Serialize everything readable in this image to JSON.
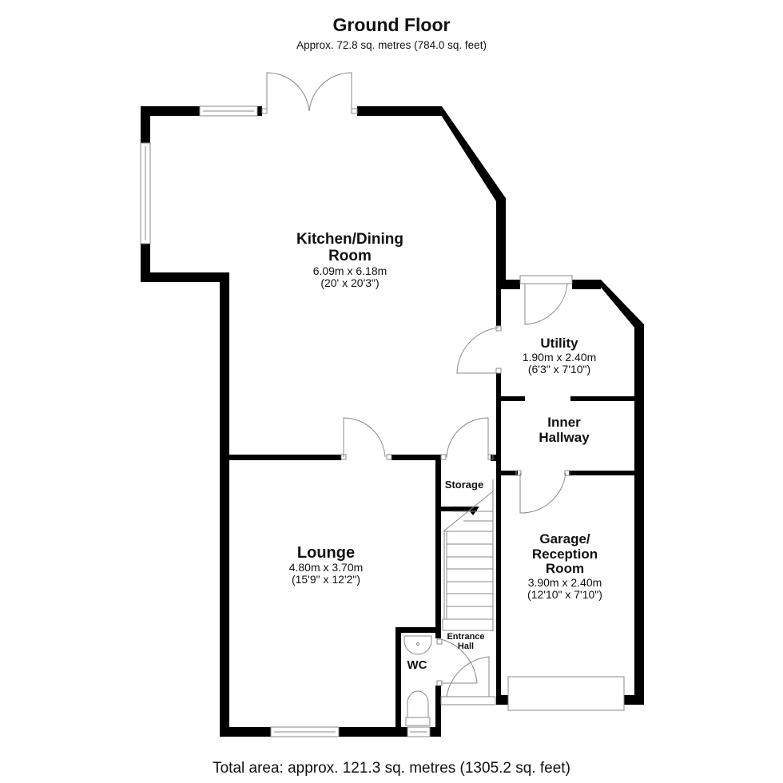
{
  "header": {
    "title": "Ground Floor",
    "subtitle": "Approx. 72.8 sq. metres (784.0 sq. feet)"
  },
  "rooms": {
    "kitchen": {
      "name_line1": "Kitchen/Dining",
      "name_line2": "Room",
      "dim_metric": "6.09m x 6.18m",
      "dim_imperial": "(20' x 20'3\")"
    },
    "utility": {
      "name": "Utility",
      "dim_metric": "1.90m x 2.40m",
      "dim_imperial": "(6'3\" x 7'10\")"
    },
    "inner_hallway": {
      "name_line1": "Inner",
      "name_line2": "Hallway"
    },
    "storage": {
      "name": "Storage"
    },
    "lounge": {
      "name": "Lounge",
      "dim_metric": "4.80m x 3.70m",
      "dim_imperial": "(15'9\" x 12'2\")"
    },
    "garage": {
      "name_line1": "Garage/",
      "name_line2": "Reception",
      "name_line3": "Room",
      "dim_metric": "3.90m x 2.40m",
      "dim_imperial": "(12'10\" x 7'10\")"
    },
    "entrance_hall": {
      "name_line1": "Entrance",
      "name_line2": "Hall"
    },
    "wc": {
      "name": "WC"
    }
  },
  "footer": {
    "total_area": "Total area: approx. 121.3 sq. metres (1305.2 sq. feet)"
  },
  "colors": {
    "wall": "#000000",
    "fixture_line": "#888888",
    "background": "#ffffff"
  }
}
